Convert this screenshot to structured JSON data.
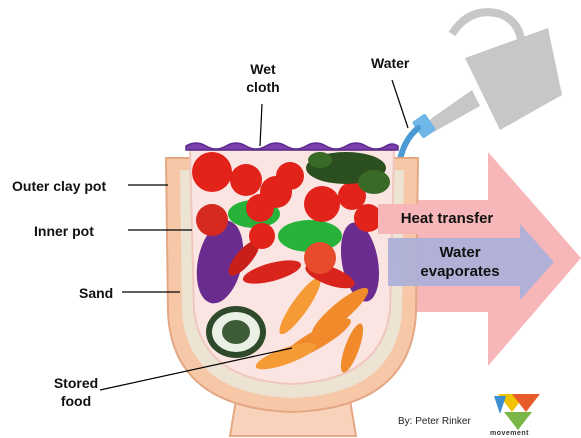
{
  "labels": {
    "wet_cloth_line1": "Wet",
    "wet_cloth_line2": "cloth",
    "water": "Water",
    "outer_clay_pot": "Outer clay pot",
    "inner_pot": "Inner pot",
    "sand": "Sand",
    "stored_food_line1": "Stored",
    "stored_food_line2": "food"
  },
  "arrows": {
    "heat_transfer": "Heat transfer",
    "water_evaporates_line1": "Water",
    "water_evaporates_line2": "evaporates"
  },
  "credit": {
    "text": "By: Peter Rinker",
    "logo_text": "movement"
  },
  "colors": {
    "clay_pot": "#f6c8a8",
    "clay_pot_stroke": "#e4a783",
    "sand": "#ece3d2",
    "inner_pot": "#fbe5e2",
    "cloth": "#7a3fae",
    "heat_arrow": "#f7b6b8",
    "evaporation_arrow": "#aab0d8",
    "watering_can": "#c7c7c7",
    "spout_water": "#4a9ad6",
    "stand": "#f8d2bb"
  }
}
